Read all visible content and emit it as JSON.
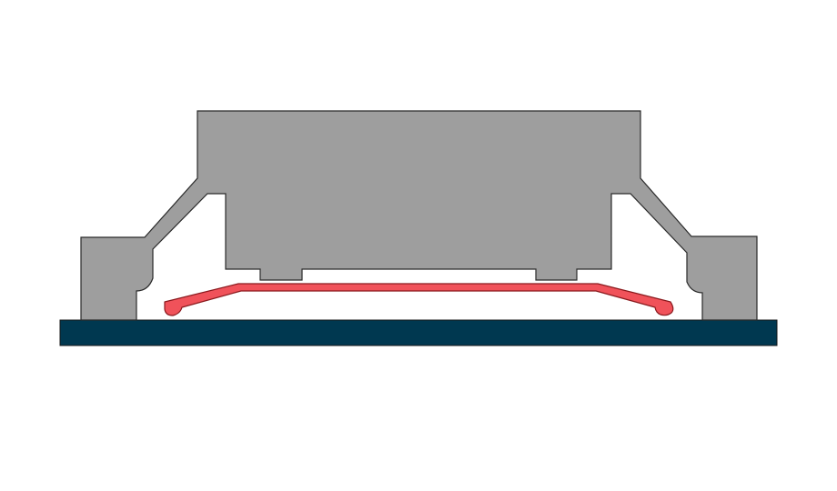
{
  "diagram": {
    "parts": [
      {
        "key": "substrate",
        "name": "substrate",
        "fill": "#003850",
        "stroke": "#1a1a1a"
      },
      {
        "key": "housing",
        "name": "housing",
        "fill": "#9e9e9e",
        "stroke": "#2a2a2a"
      },
      {
        "key": "spring",
        "name": "spring-contact",
        "fill": "#f0525a",
        "stroke": "#8a1a1e"
      }
    ],
    "colors": {
      "background": "#ffffff"
    }
  }
}
